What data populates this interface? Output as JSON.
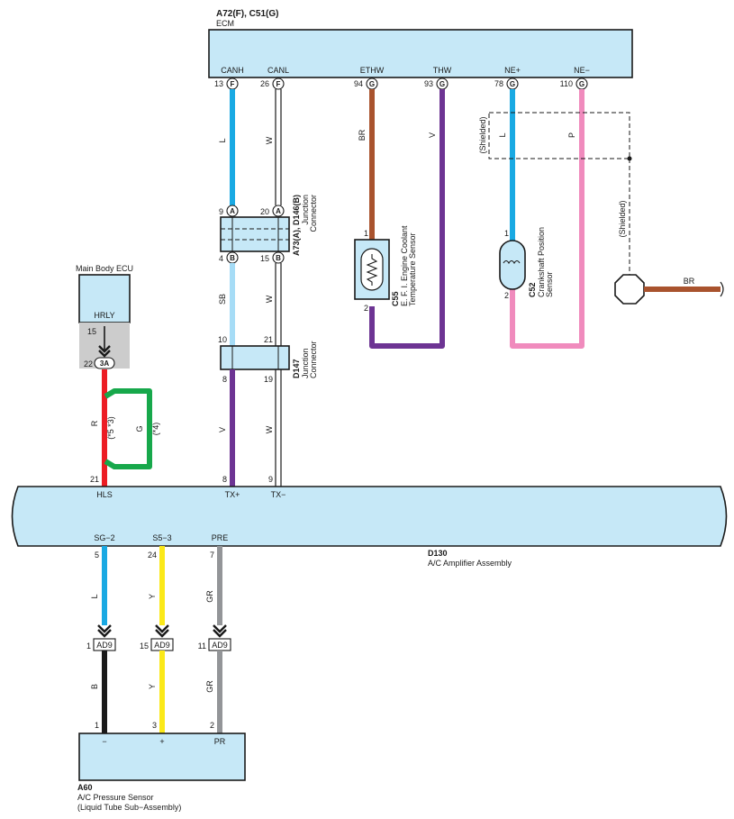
{
  "colors": {
    "L": "#19a9e3",
    "SB": "#a6dcf6",
    "W": "#ffffff",
    "BR": "#a9532e",
    "V": "#6d3493",
    "P": "#f08bbd",
    "R": "#ec1c24",
    "G": "#17a84b",
    "Y": "#fbe919",
    "GR": "#939598",
    "B": "#1a1a1a",
    "box_fill": "#c6e8f7",
    "shade": "#cccccc"
  },
  "ecm": {
    "code": "A72(F), C51(G)",
    "name": "ECM",
    "terminals": [
      "CANH",
      "CANL",
      "ETHW",
      "THW",
      "NE+",
      "NE−"
    ],
    "pins": [
      "13",
      "26",
      "94",
      "93",
      "78",
      "110"
    ],
    "connectors": [
      "F",
      "F",
      "G",
      "G",
      "G",
      "G"
    ]
  },
  "wires": {
    "canh_top": "L",
    "canl_top": "W",
    "ethw": "BR",
    "thw": "V",
    "ne_plus": "L",
    "ne_minus": "P",
    "canh_mid": "SB",
    "canl_mid": "W",
    "tx_plus": "V",
    "tx_minus": "W",
    "hls_r": "R",
    "hls_r_note": "(*5 *3)",
    "hls_g": "G",
    "hls_g_note": "(*4)",
    "sg2": "L",
    "s53": "Y",
    "pre": "GR",
    "sensor_b": "B",
    "sensor_y": "Y",
    "sensor_gr": "GR",
    "ground": "BR"
  },
  "shield": {
    "label": "(Shielded)"
  },
  "junction1": {
    "code": "A73(A), D146(B)",
    "name_line1": "Junction",
    "name_line2": "Connector",
    "pins_top": [
      "9",
      "20"
    ],
    "pins_bottom": [
      "4",
      "15"
    ],
    "conn_top": "A",
    "conn_bottom": "B"
  },
  "junction2": {
    "code": "D147",
    "name_line1": "Junction",
    "name_line2": "Connector",
    "pins_top": [
      "10",
      "21"
    ],
    "pins_bottom": [
      "8",
      "19"
    ]
  },
  "c55": {
    "code": "C55",
    "name_line1": "E. F. I. Engine Coolant",
    "name_line2": "Temperature Sensor",
    "pin_top": "1",
    "pin_bottom": "2"
  },
  "c52": {
    "code": "C52",
    "name_line1": "Crankshaft Position",
    "name_line2": "Sensor",
    "pin_top": "1",
    "pin_bottom": "2"
  },
  "main_body_ecu": {
    "name": "Main Body ECU",
    "terminal": "HRLY",
    "pin": "15",
    "conn_pin": "22",
    "conn": "3A"
  },
  "d130": {
    "code": "D130",
    "name": "A/C Amplifier Assembly",
    "terminals_top": [
      "HLS",
      "TX+",
      "TX−"
    ],
    "pins_top": [
      "21",
      "8",
      "9"
    ],
    "pins_tx_above": [
      "8",
      "19"
    ],
    "terminals_bottom": [
      "SG−2",
      "S5−3",
      "PRE"
    ],
    "pins_bottom": [
      "5",
      "24",
      "7"
    ]
  },
  "ad9": {
    "label": "AD9",
    "pins": [
      "1",
      "15",
      "11"
    ]
  },
  "a60": {
    "code": "A60",
    "name_line1": "A/C Pressure Sensor",
    "name_line2": "(Liquid Tube Sub−Assembly)",
    "terminals": [
      "−",
      "+",
      "PR"
    ],
    "pins": [
      "1",
      "3",
      "2"
    ]
  }
}
